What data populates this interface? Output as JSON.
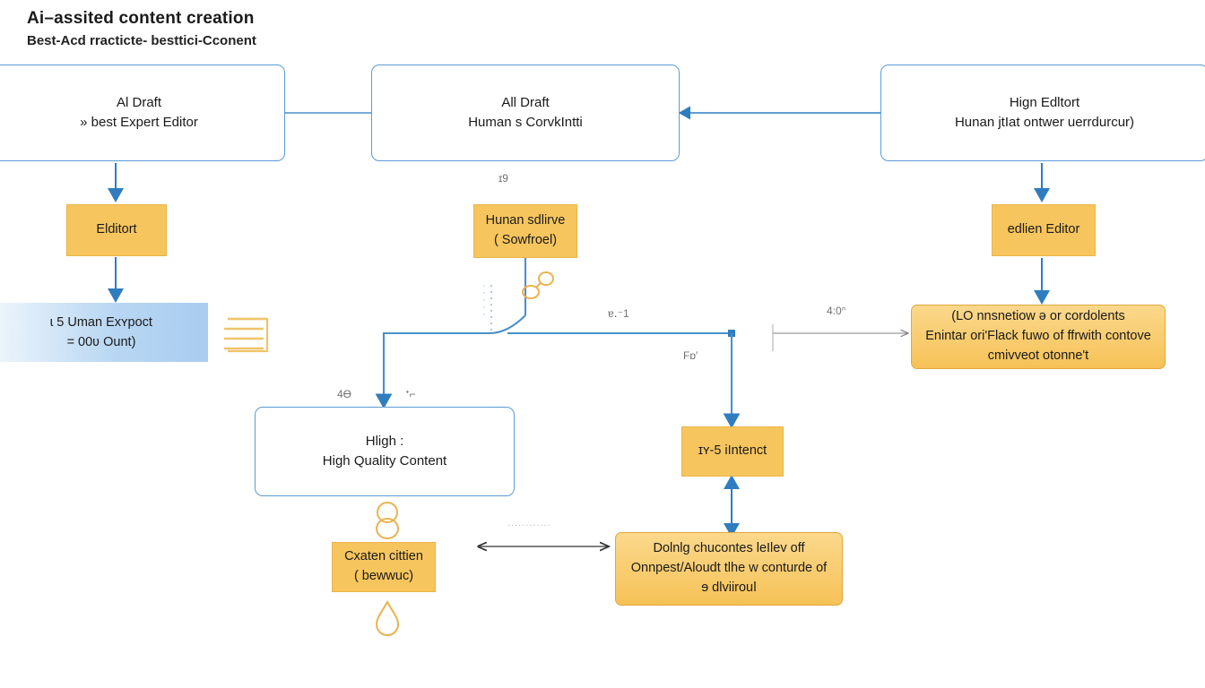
{
  "header": {
    "title": "Ai–assited content creation",
    "subtitle": "Best-Acd rracticte- besttici-Cconent"
  },
  "colors": {
    "flow_blue": "#4a90c8",
    "box_border_blue": "#5b9bd5",
    "orange_fill": "#f7c55e",
    "orange_stroke": "#e0a83c",
    "gradient_blue": "#a9cdf0",
    "gray_arrow": "#808080"
  },
  "nodes": {
    "top_left": {
      "line1": "Al Draft",
      "line2": "» best  Expert Editor"
    },
    "top_center": {
      "line1": "All Draft",
      "line2": "Human s CorvkIntti"
    },
    "top_right": {
      "line1": "Hign Edltort",
      "line2": "Hunan jtIat ontwer uerrdurcur)"
    },
    "orange_left": {
      "line1": "Elditort"
    },
    "orange_center": {
      "line1": "Hunan sdlirve",
      "line2": "( Sowfroel)"
    },
    "orange_right": {
      "line1": "edlien Editor"
    },
    "gradient_left": {
      "line1": "ɩ 5 Uman Exʏpoct",
      "line2": "= 00ʋ Ount)"
    },
    "orange_wide_right": {
      "line1": "(LO nnsnetiow ə or cordolents",
      "line2": "Enintar ori'Flack fuwo of ffrwith contove",
      "line3": "cmivveot otonne't"
    },
    "quality_box": {
      "line1": "Hligh :",
      "line2": "High Quality Content"
    },
    "orange_intent": {
      "line1": "ɪʏ-5 iIntenct"
    },
    "orange_bottom_left": {
      "line1": "Cxaten cittien",
      "line2": "( bewwuc)"
    },
    "orange_bottom_right": {
      "line1": "Dolnlg chucontes leIlev off",
      "line2": "Onnpest/Aloudt tlhe w conturde of",
      "line3": "ɘ dlviirouǀ"
    }
  },
  "edge_labels": {
    "above_center_orange": "ɪ9",
    "mid_horizontal": "ɐ․⁻1",
    "right_vertical": "Fɒ′",
    "gray_arrow": "4:0ᐢ",
    "quality_left": "4Ө",
    "quality_right": "ᐩ⌐",
    "bottom_dashed": "............"
  },
  "glyphs": {
    "chain": "chain-link-icon",
    "grid": "lined-grid-icon",
    "figure_eight": "figure-eight-icon",
    "teardrop": "teardrop-icon"
  }
}
